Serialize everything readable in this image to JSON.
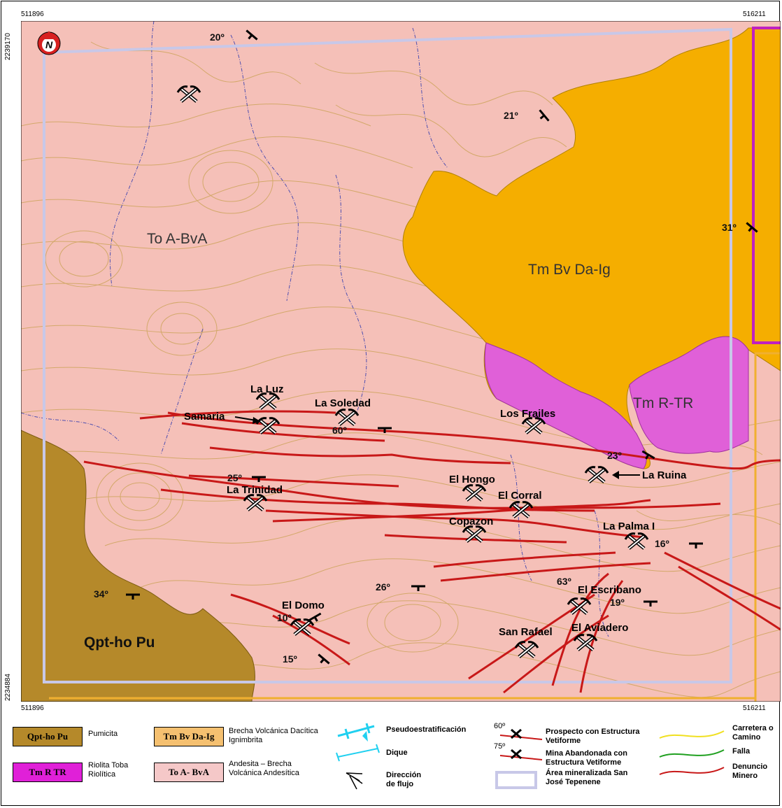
{
  "map": {
    "coords": {
      "top_left_x": "511896",
      "top_right_x": "516211",
      "bottom_left_x": "511896",
      "bottom_right_x": "516211",
      "top_y": "2239170",
      "bottom_y": "2234884"
    },
    "north_symbol": "N",
    "units": {
      "andesita": "To A-BvA",
      "dacitica": "Tm Bv Da-Ig",
      "riolita": "Tm R-TR",
      "pumicita": "Qpt-ho Pu"
    },
    "mines": [
      {
        "name": "La Luz"
      },
      {
        "name": "Samaria"
      },
      {
        "name": "La Soledad"
      },
      {
        "name": "Los Frailes"
      },
      {
        "name": "La Ruina"
      },
      {
        "name": "El Hongo"
      },
      {
        "name": "La Trinidad"
      },
      {
        "name": "El Corral"
      },
      {
        "name": "Copazon"
      },
      {
        "name": "La Palma I"
      },
      {
        "name": "El Escribano"
      },
      {
        "name": "El Domo"
      },
      {
        "name": "San Rafael"
      },
      {
        "name": "El Aviadero"
      }
    ],
    "dips": [
      "20º",
      "21º",
      "31º",
      "23º",
      "25º",
      "60º",
      "34º",
      "26º",
      "10º",
      "15º",
      "16º",
      "63º",
      "19º"
    ],
    "colors": {
      "andesita": "#f5c0b8",
      "dacitica": "#f5ae00",
      "riolita": "#e060d8",
      "pumicita": "#b5892a",
      "vein": "#c81818",
      "contour": "#c8a050",
      "area": "#c8c8e8",
      "denuncio_mag": "#c020c0",
      "denuncio_or": "#f0b030"
    }
  },
  "legend": {
    "qpt_box": "Qpt-ho Pu",
    "qpt_text": "Pumicita",
    "tmr_box": "Tm R TR",
    "tmr_text": "Riolita Toba Riolítica",
    "tmbv_box": "Tm Bv Da-Ig",
    "tmbv_text": "Brecha Volcánica Dacítica Ignimbrita",
    "toa_box": "To A- BvA",
    "toa_text": "Andesita – Brecha Volcánica Andesítica",
    "pseudo": "Pseudoestratificación",
    "dique": "Dique",
    "flujo": "Dirección de flujo",
    "prospecto_dip": "60º",
    "prospecto": "Prospecto con Estructura Vetiforme",
    "mina_dip": "75º",
    "mina": "Mina Abandonada con Estructura Vetiforme",
    "area": "Área mineralizada San José Tepenene",
    "carretera": "Carretera o Camino",
    "falla": "Falla",
    "denuncio": "Denuncio Minero"
  }
}
